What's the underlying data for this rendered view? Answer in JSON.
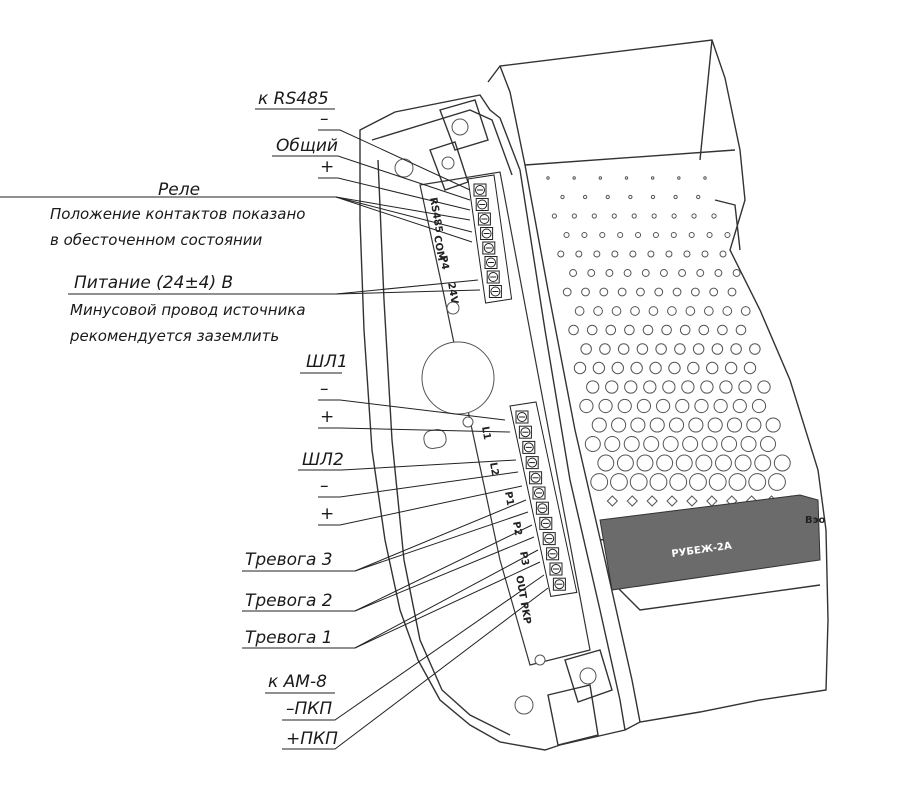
{
  "labels": {
    "rs485": "к RS485",
    "rs485_minus": "–",
    "common": "Общий",
    "rs485_plus": "+",
    "relay": "Реле",
    "relay_note_1": "Положение контактов показано",
    "relay_note_2": "в обесточенном состоянии",
    "power": "Питание (24±4) В",
    "power_note_1": "Минусовой провод источника",
    "power_note_2": "рекомендуется заземлить",
    "shl1": "ШЛ1",
    "shl1_minus": "–",
    "shl1_plus": "+",
    "shl2": "ШЛ2",
    "shl2_minus": "–",
    "shl2_plus": "+",
    "alarm3": "Тревога 3",
    "alarm2": "Тревога 2",
    "alarm1": "Тревога 1",
    "am8": "к АМ-8",
    "minus_pkp": "–ПКП",
    "plus_pkp": "+ПКП"
  },
  "board": {
    "top_block": [
      "RS485",
      "COM",
      "P4",
      "24V"
    ],
    "bottom_block": [
      "L1",
      "L2",
      "P1",
      "P2",
      "P3",
      "OUT PKP"
    ],
    "brand_text": "РУБЕЖ-2А",
    "side_text": "Bэо"
  }
}
